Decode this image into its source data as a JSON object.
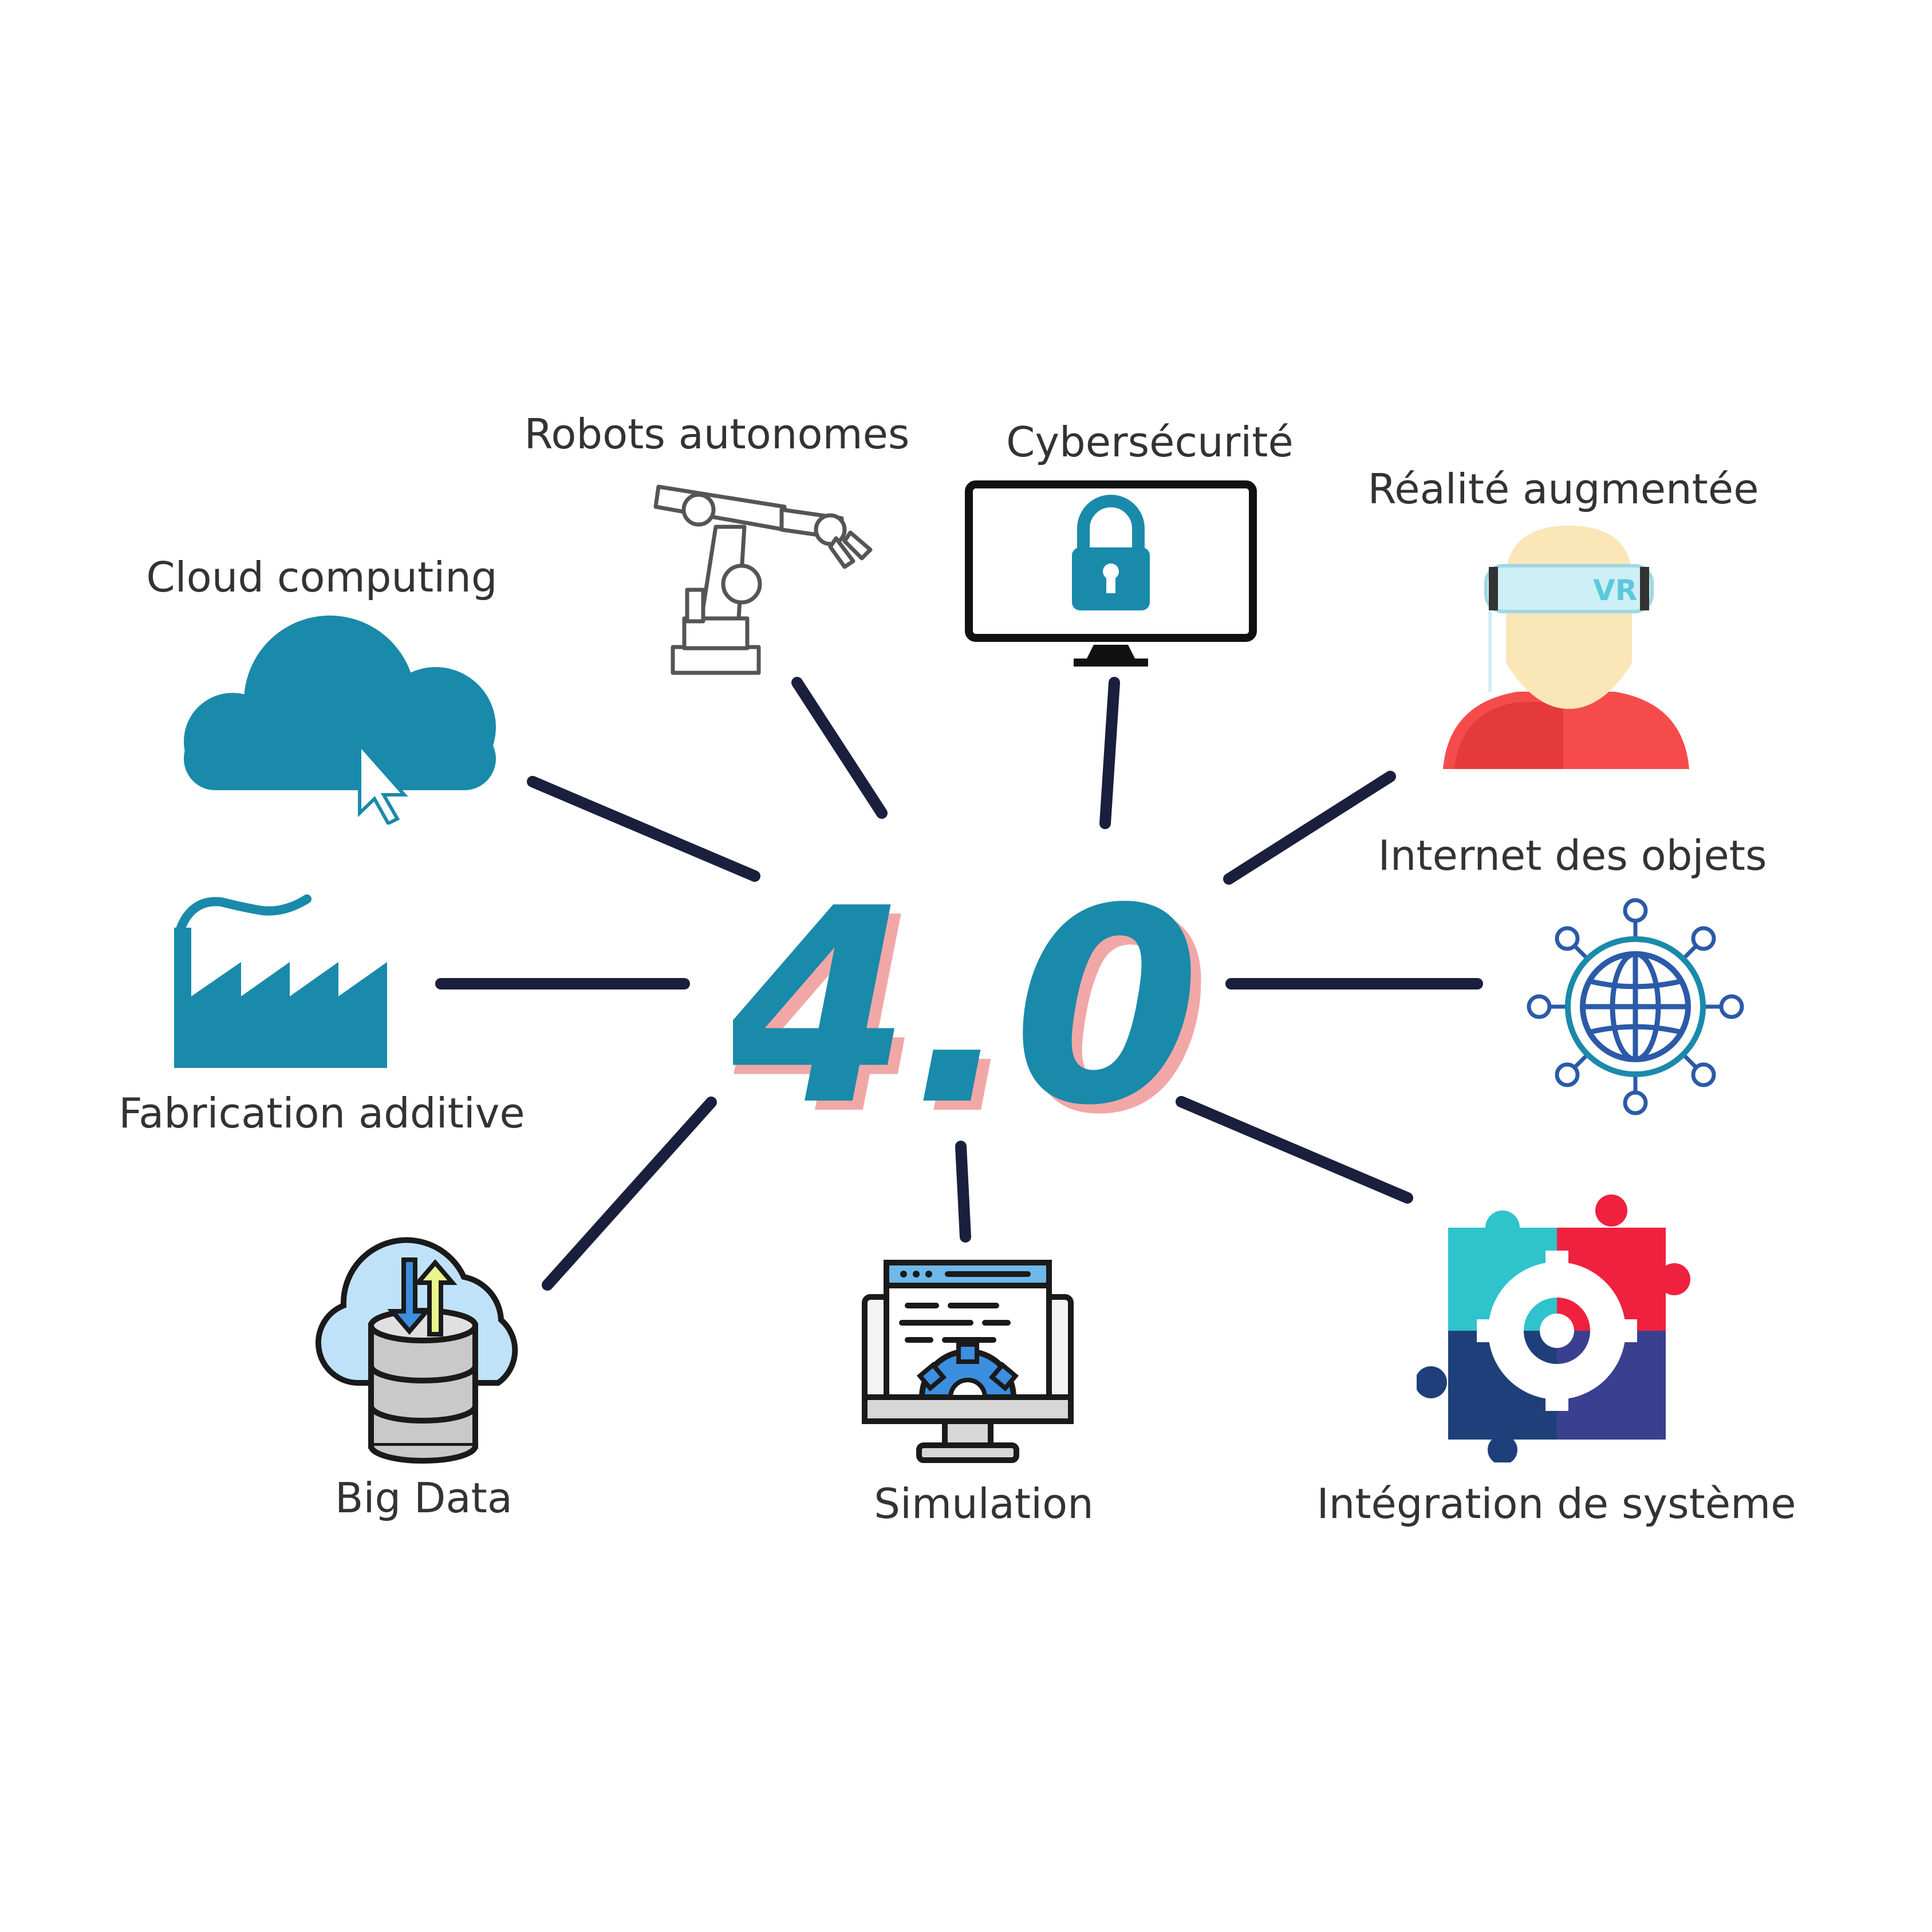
{
  "hub": {
    "label": "4.0",
    "color": "#1a8aaa",
    "shadow": "#f2a7a7"
  },
  "palette": {
    "teal": "#1a8aaa",
    "navy": "#1a1f3d",
    "red": "#f0404a",
    "skin": "#fbe6b8",
    "cyan": "#2fc3cc",
    "blue": "#2b5aa8",
    "dark": "#1a1a1a"
  },
  "nodes": [
    {
      "id": "cloud-computing",
      "label": "Cloud computing",
      "icon": "cloud-cursor-icon"
    },
    {
      "id": "robots-autonomes",
      "label": "Robots autonomes",
      "icon": "robot-arm-icon"
    },
    {
      "id": "cybersecurite",
      "label": "Cybersécurité",
      "icon": "monitor-lock-icon"
    },
    {
      "id": "realite-augmentee",
      "label": "Réalité augmentée",
      "icon": "vr-headset-person-icon",
      "badge": "VR"
    },
    {
      "id": "internet-des-objets",
      "label": "Internet des objets",
      "icon": "globe-network-icon"
    },
    {
      "id": "integration-de-systeme",
      "label": "Intégration de système",
      "icon": "puzzle-gear-icon"
    },
    {
      "id": "simulation",
      "label": "Simulation",
      "icon": "monitor-gear-icon"
    },
    {
      "id": "big-data",
      "label": "Big Data",
      "icon": "cloud-database-icon"
    },
    {
      "id": "fabrication-additive",
      "label": "Fabrication additive",
      "icon": "factory-icon"
    }
  ]
}
